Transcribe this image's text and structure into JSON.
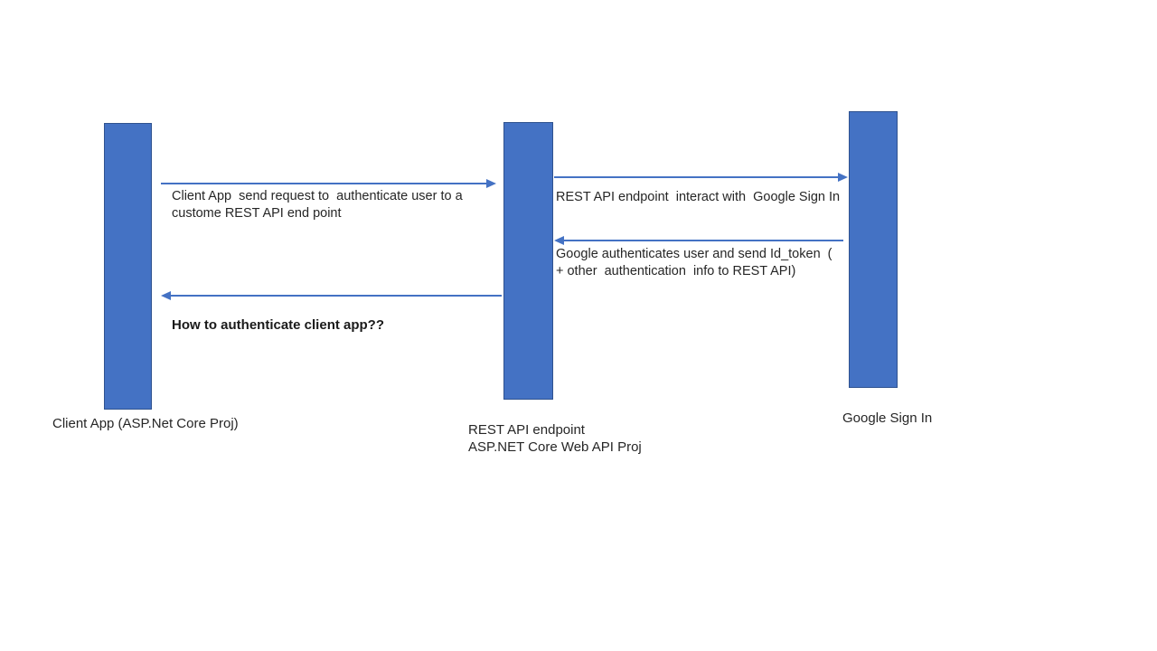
{
  "colors": {
    "bar_fill": "#4472C4",
    "bar_border": "#2F528F",
    "arrow": "#4472C4",
    "text": "#262626",
    "background": "#FFFFFF"
  },
  "lifelines": [
    {
      "id": "client-app",
      "label": "Client App (ASP.Net Core Proj)"
    },
    {
      "id": "rest-api",
      "label": "REST API endpoint\nASP.NET Core Web API Proj"
    },
    {
      "id": "google-sign-in",
      "label": "Google Sign In"
    }
  ],
  "messages": [
    {
      "id": "client-to-rest",
      "from": "client-app",
      "to": "rest-api",
      "direction": "right",
      "label": "Client App  send request to  authenticate user to a\ncustome REST API end point"
    },
    {
      "id": "rest-to-google",
      "from": "rest-api",
      "to": "google-sign-in",
      "direction": "right",
      "label": "REST API endpoint  interact with  Google Sign In"
    },
    {
      "id": "google-to-rest",
      "from": "google-sign-in",
      "to": "rest-api",
      "direction": "left",
      "label": "Google authenticates user and send Id_token  (\n+ other  authentication  info to REST API)"
    },
    {
      "id": "rest-to-client",
      "from": "rest-api",
      "to": "client-app",
      "direction": "left",
      "label": ""
    }
  ],
  "note": {
    "label": "How to authenticate client app??"
  }
}
